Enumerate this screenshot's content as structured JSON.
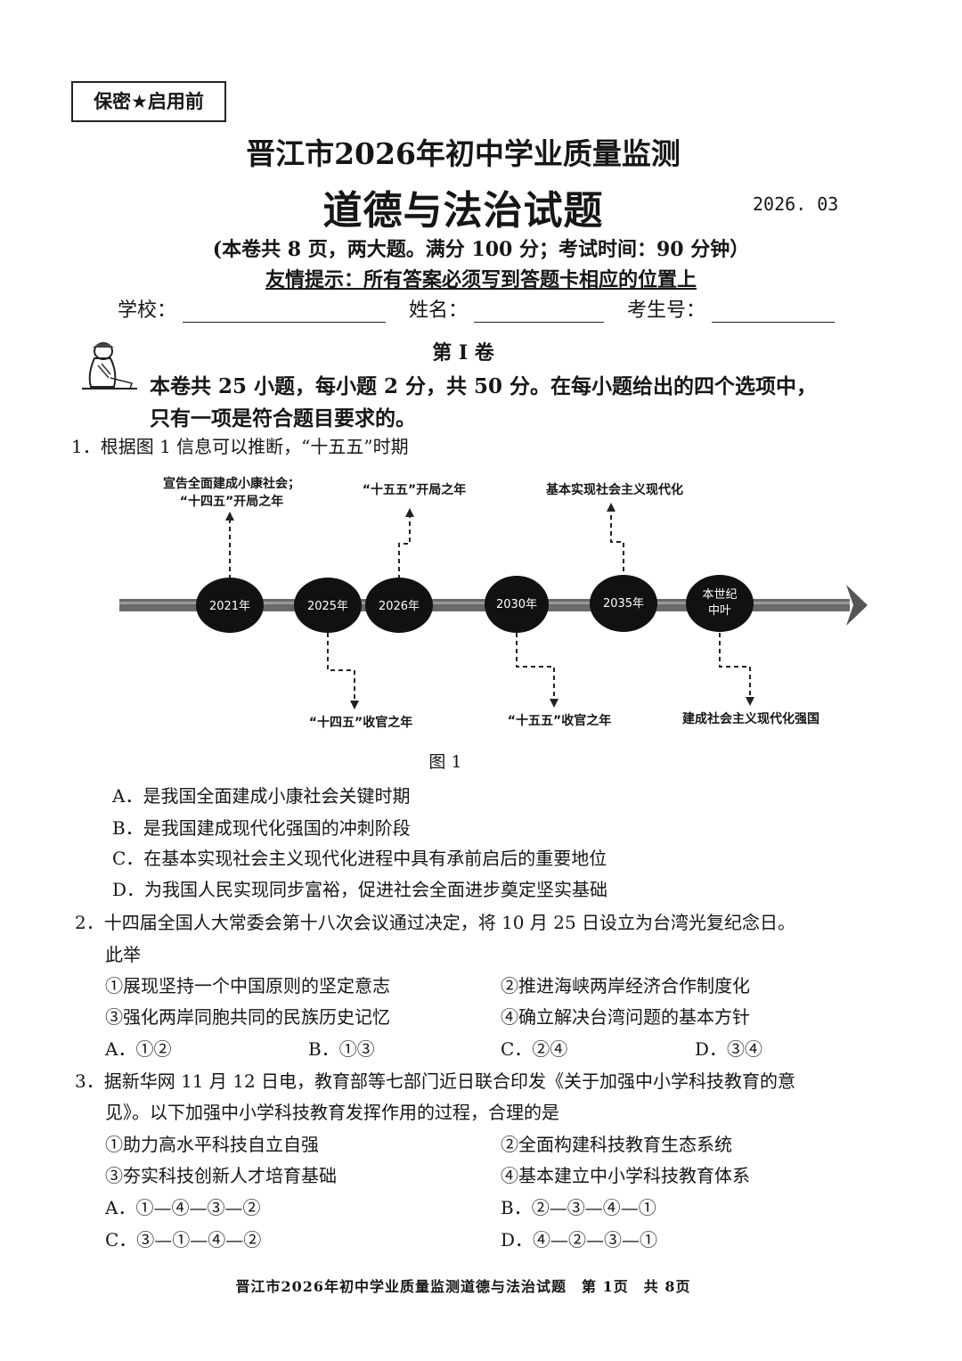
{
  "header": {
    "secret_box": "保密★启用前",
    "title_line1": "晋江市2026年初中学业质量监测",
    "title_line2": "道德与法治试题",
    "date": "2026. 03",
    "exam_info": "(本卷共 8 页，两大题。满分 100 分；考试时间：90 分钟）",
    "tip": "友情提示：所有答案必须写到答题卡相应的位置上",
    "fields": {
      "school": "学校：",
      "name": "姓名：",
      "exam_no": "考生号："
    }
  },
  "section1": {
    "heading": "第 I 卷",
    "intro_line1": "本卷共 25 小题，每小题 2 分，共 50 分。在每小题给出的四个选项中，",
    "intro_line2": "只有一项是符合题目要求的。"
  },
  "timeline": {
    "nodes": [
      "2021年",
      "2025年",
      "2026年",
      "2030年",
      "2035年",
      "本世纪",
      "中叶"
    ],
    "labels_top": [
      "宣告全面建成小康社会；",
      "“十四五”开局之年",
      "“十五五”开局之年",
      "基本实现社会主义现代化"
    ],
    "labels_bottom": [
      "“十四五”收官之年",
      "“十五五”收官之年",
      "建成社会主义现代化强国"
    ],
    "caption": "图 1"
  },
  "questions": [
    {
      "stem": "1．根据图 1 信息可以推断，“十五五”时期",
      "options": [
        "A．是我国全面建成小康社会关键时期",
        "B．是我国建成现代化强国的冲刺阶段",
        "C．在基本实现社会主义现代化进程中具有承前启后的重要地位",
        "D．为我国人民实现同步富裕，促进社会全面进步奠定坚实基础"
      ]
    },
    {
      "stem_line1": "2．十四届全国人大常委会第十八次会议通过决定，将 10 月 25 日设立为台湾光复纪念日。",
      "stem_line2": "此举",
      "items": [
        "①展现坚持一个中国原则的坚定意志",
        "②推进海峡两岸经济合作制度化",
        "③强化两岸同胞共同的民族历史记忆",
        "④确立解决台湾问题的基本方针"
      ],
      "options": [
        "A．①②",
        "B．①③",
        "C．②④",
        "D．③④"
      ]
    },
    {
      "stem_line1": "3．据新华网 11 月 12 日电，教育部等七部门近日联合印发《关于加强中小学科技教育的意",
      "stem_line2": "见》。以下加强中小学科技教育发挥作用的过程，合理的是",
      "items": [
        "①助力高水平科技自立自强",
        "②全面构建科技教育生态系统",
        "③夯实科技创新人才培育基础",
        "④基本建立中小学科技教育体系"
      ],
      "options": [
        "A．①—④—③—②",
        "B．②—③—④—①",
        "C．③—①—④—②",
        "D．④—②—③—①"
      ]
    }
  ],
  "footer": "晋江市2026年初中学业质量监测道德与法治试题　第 1页　共 8页"
}
